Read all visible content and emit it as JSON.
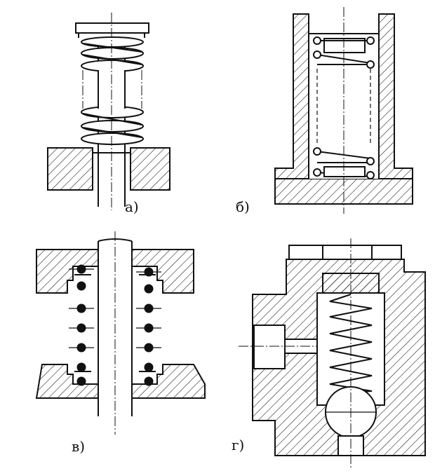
{
  "panels": [
    {
      "id": "a",
      "label": "а)"
    },
    {
      "id": "b",
      "label": "б)"
    },
    {
      "id": "v",
      "label": "в)"
    },
    {
      "id": "g",
      "label": "г)"
    }
  ],
  "colors": {
    "ink": "#111111",
    "paper": "#ffffff"
  }
}
